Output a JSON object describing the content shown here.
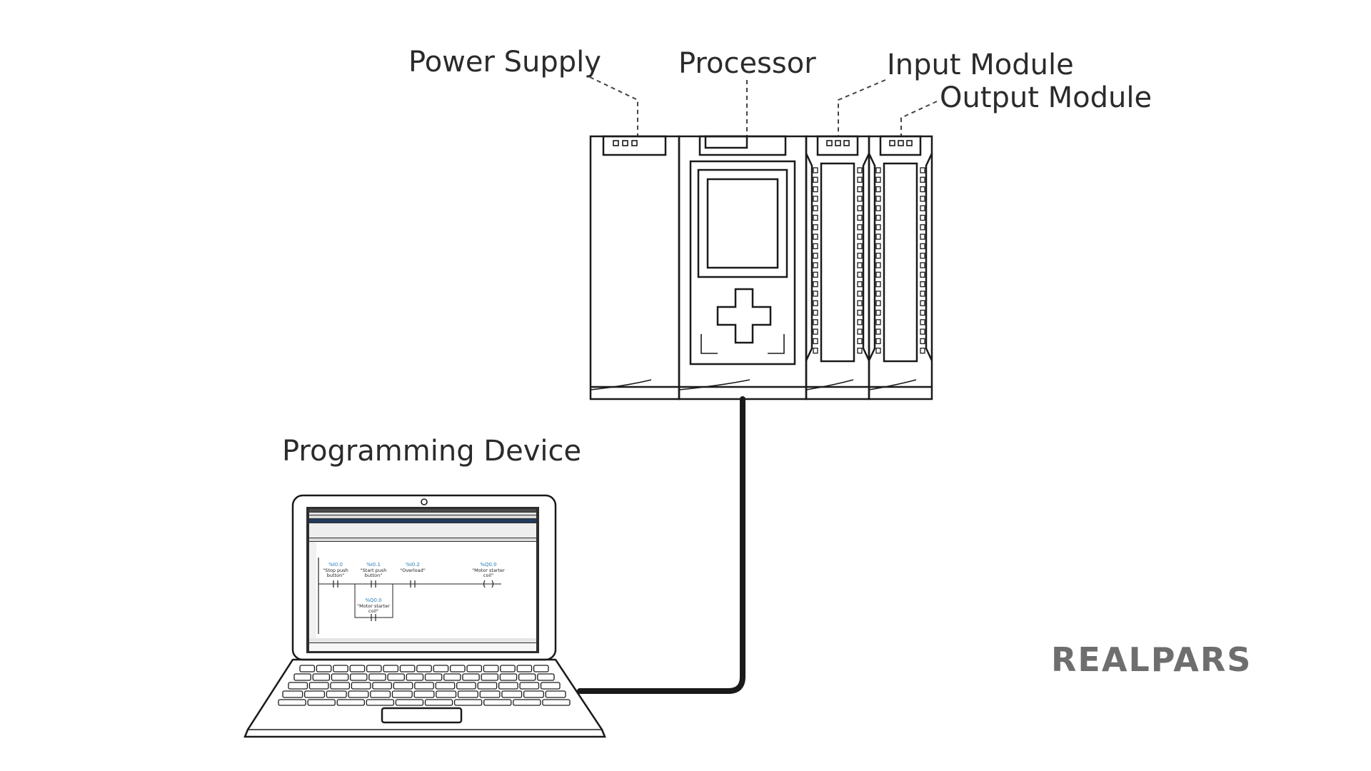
{
  "labels": {
    "power_supply": "Power Supply",
    "processor": "Processor",
    "input_module": "Input Module",
    "output_module": "Output Module",
    "programming_device": "Programming Device"
  },
  "brand": "REALPARS",
  "ladder": {
    "contacts": [
      {
        "address": "%I0.0",
        "name1": "\"Stop push",
        "name2": "button\""
      },
      {
        "address": "%I0.1",
        "name1": "\"Start push",
        "name2": "button\""
      },
      {
        "address": "%I0.2",
        "name1": "\"Overload\"",
        "name2": ""
      },
      {
        "address": "%Q0.0",
        "name1": "\"Motor starter",
        "name2": "coil\""
      }
    ],
    "branch": {
      "address": "%Q0.0",
      "name1": "\"Motor starter",
      "name2": "coil\""
    }
  },
  "colors": {
    "line": "#1a1a1a",
    "brand": "#6e6e6e",
    "address_blue": "#2a7fb8"
  }
}
